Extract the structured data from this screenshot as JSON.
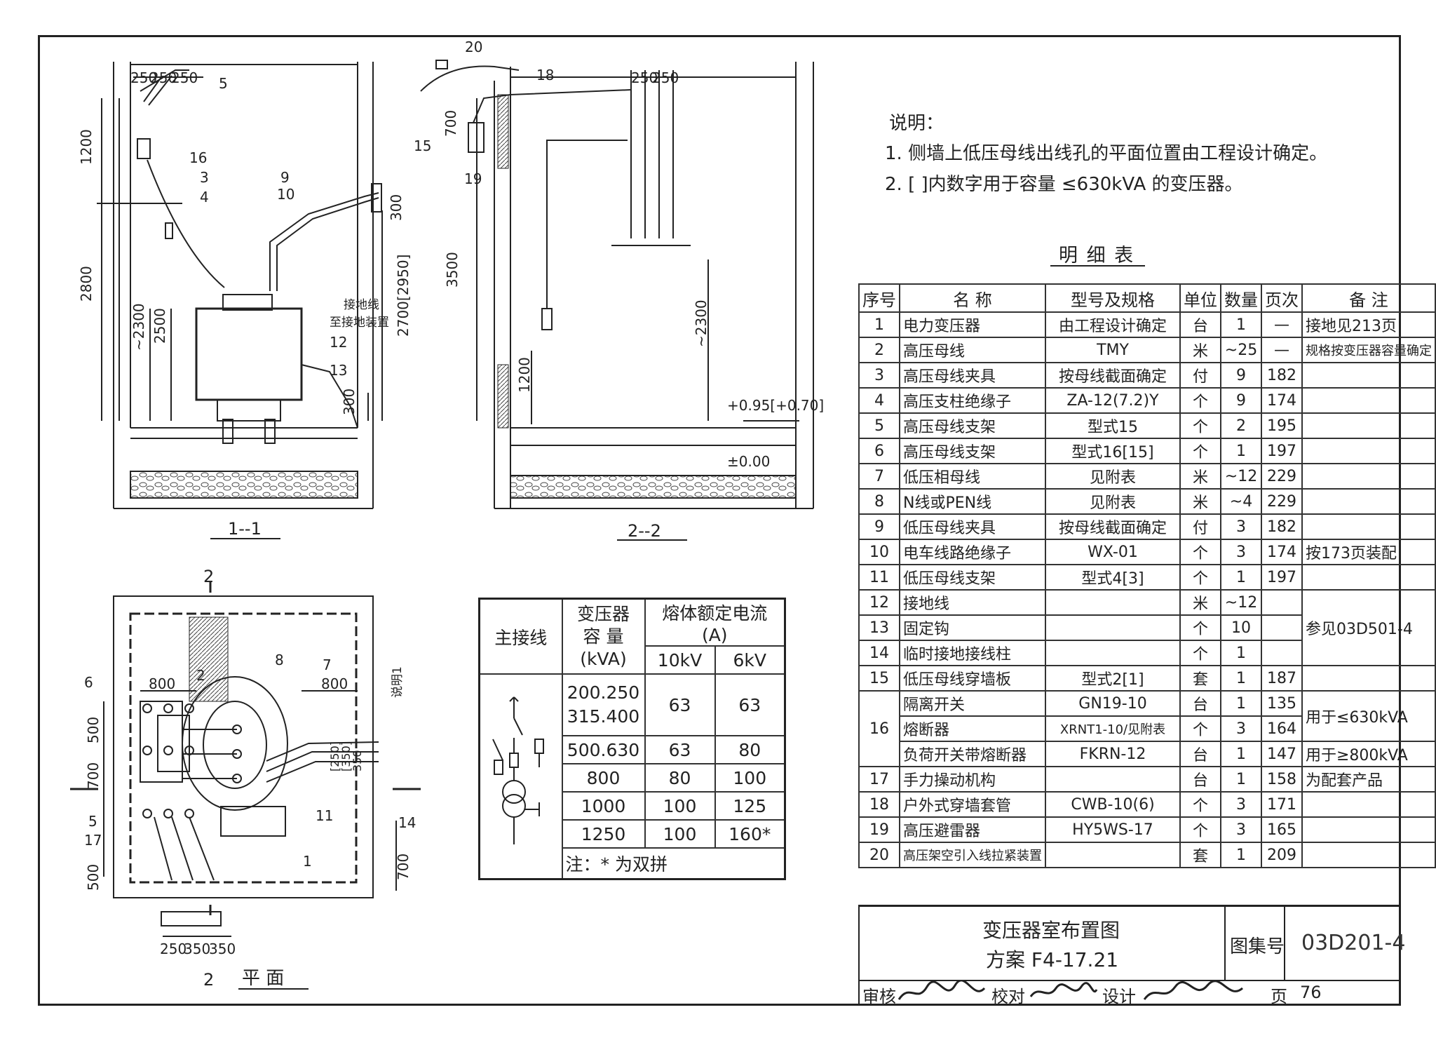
{
  "notes": {
    "heading": "说明：",
    "items": [
      "1. 侧墙上低压母线出线孔的平面位置由工程设计确定。",
      "2. [ ]内数字用于容量 ≤630kVA 的变压器。"
    ]
  },
  "detail_table": {
    "caption": "明 细 表",
    "headers": [
      "序号",
      "名 称",
      "型号及规格",
      "单位",
      "数量",
      "页次",
      "备 注"
    ],
    "rows": [
      {
        "no": "1",
        "name": "电力变压器",
        "model": "由工程设计确定",
        "unit": "台",
        "qty": "1",
        "page": "—",
        "note": "接地见213页"
      },
      {
        "no": "2",
        "name": "高压母线",
        "model": "TMY",
        "unit": "米",
        "qty": "~25",
        "page": "—",
        "note": "规格按变压器容量确定"
      },
      {
        "no": "3",
        "name": "高压母线夹具",
        "model": "按母线截面确定",
        "unit": "付",
        "qty": "9",
        "page": "182",
        "note": ""
      },
      {
        "no": "4",
        "name": "高压支柱绝缘子",
        "model": "ZA-12(7.2)Y",
        "unit": "个",
        "qty": "9",
        "page": "174",
        "note": ""
      },
      {
        "no": "5",
        "name": "高压母线支架",
        "model": "型式15",
        "unit": "个",
        "qty": "2",
        "page": "195",
        "note": ""
      },
      {
        "no": "6",
        "name": "高压母线支架",
        "model": "型式16[15]",
        "unit": "个",
        "qty": "1",
        "page": "197",
        "note": ""
      },
      {
        "no": "7",
        "name": "低压相母线",
        "model": "见附表",
        "unit": "米",
        "qty": "~12",
        "page": "229",
        "note": ""
      },
      {
        "no": "8",
        "name": "N线或PEN线",
        "model": "见附表",
        "unit": "米",
        "qty": "~4",
        "page": "229",
        "note": ""
      },
      {
        "no": "9",
        "name": "低压母线夹具",
        "model": "按母线截面确定",
        "unit": "付",
        "qty": "3",
        "page": "182",
        "note": ""
      },
      {
        "no": "10",
        "name": "电车线路绝缘子",
        "model": "WX-01",
        "unit": "个",
        "qty": "3",
        "page": "174",
        "note": "按173页装配"
      },
      {
        "no": "11",
        "name": "低压母线支架",
        "model": "型式4[3]",
        "unit": "个",
        "qty": "1",
        "page": "197",
        "note": ""
      },
      {
        "no": "12",
        "name": "接地线",
        "model": "",
        "unit": "米",
        "qty": "~12",
        "page": "",
        "note": ""
      },
      {
        "no": "13",
        "name": "固定钩",
        "model": "",
        "unit": "个",
        "qty": "10",
        "page": "",
        "note": ""
      },
      {
        "no": "14",
        "name": "临时接地接线柱",
        "model": "",
        "unit": "个",
        "qty": "1",
        "page": "",
        "note": ""
      },
      {
        "no": "15",
        "name": "低压母线穿墙板",
        "model": "型式2[1]",
        "unit": "套",
        "qty": "1",
        "page": "187",
        "note": ""
      },
      {
        "no": "16",
        "name": "隔离开关",
        "model": "GN19-10",
        "unit": "台",
        "qty": "1",
        "page": "135",
        "note": ""
      },
      {
        "no": "",
        "name": "熔断器",
        "model": "XRNT1-10/见附表",
        "unit": "个",
        "qty": "3",
        "page": "164",
        "note": "用于≤630kVA"
      },
      {
        "no": "",
        "name": "负荷开关带熔断器",
        "model": "FKRN-12",
        "unit": "台",
        "qty": "1",
        "page": "147",
        "note": "用于≥800kVA"
      },
      {
        "no": "17",
        "name": "手力操动机构",
        "model": "",
        "unit": "台",
        "qty": "1",
        "page": "158",
        "note": "为配套产品"
      },
      {
        "no": "18",
        "name": "户外式穿墙套管",
        "model": "CWB-10(6)",
        "unit": "个",
        "qty": "3",
        "page": "171",
        "note": ""
      },
      {
        "no": "19",
        "name": "高压避雷器",
        "model": "HY5WS-17",
        "unit": "个",
        "qty": "3",
        "page": "165",
        "note": ""
      },
      {
        "no": "20",
        "name": "高压架空引入线拉紧装置",
        "model": "",
        "unit": "套",
        "qty": "1",
        "page": "209",
        "note": ""
      }
    ],
    "merged_note_12_14": "参见03D501-4"
  },
  "fuse_table": {
    "h_main": "主接线",
    "h_capacity_1": "变压器",
    "h_capacity_2": "容 量",
    "h_capacity_3": "(kVA)",
    "h_current": "熔体额定电流 (A)",
    "h_10kv": "10kV",
    "h_6kv": "6kV",
    "rows": [
      {
        "cap": "200.250",
        "a10": "63",
        "a6": "63"
      },
      {
        "cap": "315.400",
        "a10": "",
        "a6": ""
      },
      {
        "cap": "500.630",
        "a10": "63",
        "a6": "80"
      },
      {
        "cap": "800",
        "a10": "80",
        "a6": "100"
      },
      {
        "cap": "1000",
        "a10": "100",
        "a6": "125"
      },
      {
        "cap": "1250",
        "a10": "100",
        "a6": "160*"
      }
    ],
    "note": "注：* 为双拼"
  },
  "title_block": {
    "title": "变压器室布置图",
    "scheme": "方案 F4-17.21",
    "atlas_label": "图集号",
    "atlas_no": "03D201-4",
    "review_label": "审核",
    "check_label": "校对",
    "design_label": "设计",
    "page_label": "页",
    "page_no": "76"
  },
  "section_1": {
    "label": "1--1",
    "dims": [
      "250",
      "250",
      "250",
      "1200",
      "2800",
      "~2300",
      "2500",
      "300",
      "2700[2950]",
      "300"
    ],
    "callouts": [
      "5",
      "16",
      "3",
      "4",
      "9",
      "10",
      "15",
      "12",
      "13"
    ],
    "ground_text_1": "接地线",
    "ground_text_2": "至接地装置"
  },
  "section_2": {
    "label": "2--2",
    "dims": [
      "700",
      "3500",
      "1200",
      "~2300",
      "250",
      "250"
    ],
    "callouts": [
      "20",
      "18",
      "19"
    ],
    "level_1": "+0.95[+0.70]",
    "level_0": "±0.00"
  },
  "plan": {
    "label": "平 面",
    "section_mark": "2",
    "dims": [
      "800",
      "800",
      "500",
      "700",
      "500",
      "700",
      "250",
      "350",
      "350",
      "[250]",
      "[350]",
      "350"
    ],
    "callouts": [
      "6",
      "2",
      "8",
      "7",
      "5",
      "17",
      "11",
      "14",
      "1"
    ],
    "note_label": "说明1"
  }
}
